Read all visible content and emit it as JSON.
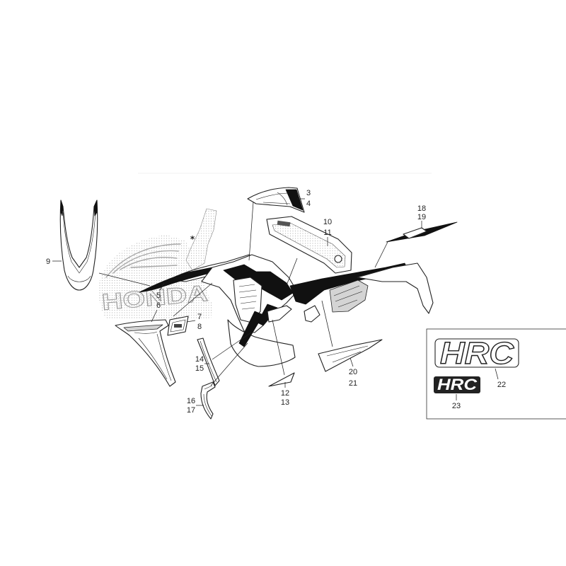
{
  "callouts": {
    "part_3": "3",
    "part_4": "4",
    "part_5": "5",
    "part_6": "6",
    "part_7": "7",
    "part_8": "8",
    "part_9": "9",
    "part_10": "10",
    "part_11": "11",
    "part_12": "12",
    "part_13": "13",
    "part_14": "14",
    "part_15": "15",
    "part_16": "16",
    "part_17": "17",
    "part_18": "18",
    "part_19": "19",
    "part_20": "20",
    "part_21": "21",
    "part_22": "22",
    "part_23": "23"
  },
  "logos": {
    "brand_wordmark": "HONDA",
    "hrc_large": "HRC",
    "hrc_small": "HRC"
  },
  "marks": {
    "asterisk": "*"
  },
  "colors": {
    "ink": "#222222",
    "fill_dark": "#111111",
    "dots": "#b3b3b3"
  }
}
